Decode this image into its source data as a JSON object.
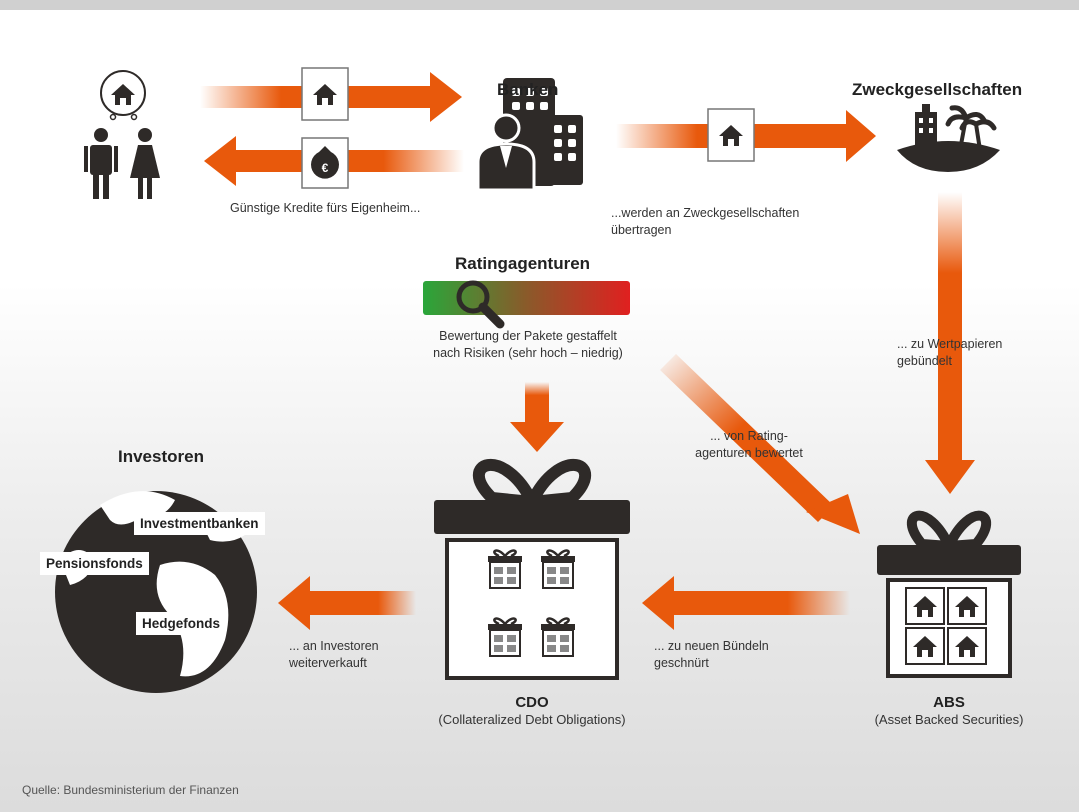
{
  "nodes": {
    "banken": "Banken",
    "zweck": "Zweckgesellschaften",
    "rating": "Ratingagenturen",
    "investoren": "Investoren",
    "cdo_title": "CDO",
    "cdo_sub": "(Collateralized Debt Obligations)",
    "abs_title": "ABS",
    "abs_sub": "(Asset Backed  Securities)"
  },
  "captions": {
    "kredite": "Günstige Kredite fürs Eigenheim...",
    "uebertragen_1": "...werden an Zweckgesellschaften",
    "uebertragen_2": "übertragen",
    "bewertung_1": "Bewertung der Pakete gestaffelt",
    "bewertung_2": "nach Risiken (sehr hoch – niedrig)",
    "wertpapiere_1": "... zu Wertpapieren",
    "wertpapiere_2": "gebündelt",
    "rating_1": "... von Rating-",
    "rating_2": "agenturen bewertet",
    "buendel_1": "... zu neuen Bündeln",
    "buendel_2": "geschnürt",
    "investoren_1": "... an Investoren",
    "investoren_2": "weiterverkauft"
  },
  "investor_types": [
    "Investmentbanken",
    "Pensionsfonds",
    "Hedgefonds"
  ],
  "source": "Quelle: Bundesministerium der Finanzen",
  "colors": {
    "arrow": "#e8590c",
    "dark": "#2e2a28",
    "good": "#2aa63a",
    "bad": "#e02020"
  }
}
